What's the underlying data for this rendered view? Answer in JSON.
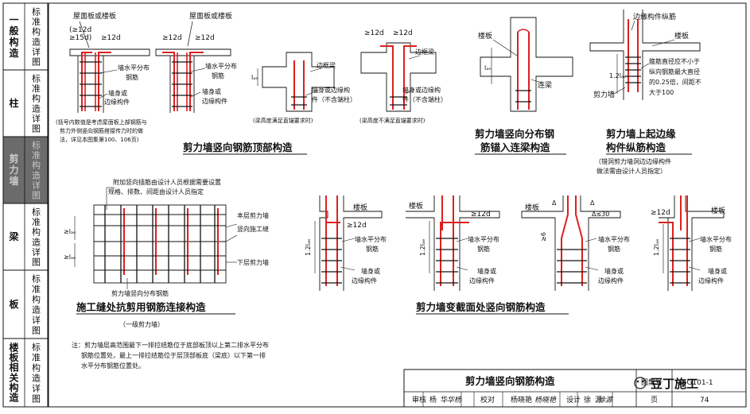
{
  "sidebar": {
    "tabs": [
      {
        "main": [
          "一",
          "般",
          "构",
          "造"
        ],
        "side": [
          "标",
          "准",
          "构",
          "造",
          "详",
          "图"
        ],
        "active": false
      },
      {
        "main": [
          "柱"
        ],
        "side": [
          "标",
          "准",
          "构",
          "造",
          "详",
          "图"
        ],
        "active": false
      },
      {
        "main": [
          "剪",
          "力",
          "墙"
        ],
        "side": [
          "标",
          "准",
          "构",
          "造",
          "详",
          "图"
        ],
        "active": true
      },
      {
        "main": [
          "梁"
        ],
        "side": [
          "标",
          "准",
          "构",
          "造",
          "详",
          "图"
        ],
        "active": false
      },
      {
        "main": [
          "板"
        ],
        "side": [
          "标",
          "准",
          "构",
          "造",
          "详",
          "图"
        ],
        "active": false
      },
      {
        "main": [
          "楼",
          "板",
          "相",
          "关",
          "构",
          "造"
        ],
        "side": [
          "标",
          "准",
          "构",
          "造",
          "详",
          "图"
        ],
        "active": false
      }
    ]
  },
  "top": {
    "d1": {
      "roof_label": "屋面板或楼板",
      "dim_12d_paren": "(≥12d",
      "dim_15d": "≥15d)",
      "dim_12d": "≥12d",
      "horiz_bar": [
        "墙水平分布",
        "钢筋"
      ],
      "wall_edge": [
        "墙身或",
        "边缘构件"
      ]
    },
    "d2": {
      "roof_label": "屋面板或楼板",
      "dim_12d_a": "≥12d",
      "dim_12d_b": "≥12d",
      "horiz_bar": [
        "墙水平分布",
        "钢筋"
      ],
      "wall_edge": [
        "墙身或",
        "边缘构件"
      ]
    },
    "note_left": [
      "(括号内数值是考虑屋面板上部钢筋与",
      "剪力外侧竖向钢筋搭接传力时的做",
      "法，详见本图集第100、106页)"
    ],
    "title_left": "剪力墙竖向钢筋顶部构造",
    "d3": {
      "lae": "lₐₑ",
      "frame_beam": "边框梁",
      "wall_edge": [
        "墙身或边缘构",
        "件（不含端柱）"
      ],
      "caption": "(梁高度满足直锚要求时)"
    },
    "d4": {
      "dim_12d_a": "≥12d",
      "dim_12d_b": "≥12d",
      "frame_beam": "边框梁",
      "wall_edge": [
        "墙身或边缘构",
        "件（不含端柱）"
      ],
      "caption": "(梁高度不满足直锚要求时)"
    },
    "d5": {
      "floor_slab": "楼板",
      "lae": "lₐₑ",
      "coupling_beam": "连梁",
      "title": [
        "剪力墙竖向分布钢",
        "筋锚入连梁构造"
      ]
    },
    "d6": {
      "edge_long": "边缘构件纵筋",
      "floor_slab": "楼板",
      "lae_12": "1.2lₐₑ",
      "stirrup_note": [
        "箍筋直径应不小于",
        "纵向钢筋最大直径",
        "的0.25倍，间距不",
        "大于100"
      ],
      "shear_wall": "剪力墙",
      "title": [
        "剪力墙上起边缘",
        "构件纵筋构造"
      ],
      "note": [
        "（错洞剪力墙洞边边缘构件",
        "做法需由设计人员指定）"
      ]
    }
  },
  "bottom": {
    "joint": {
      "note": [
        "附加竖向插筋由设计人员根据需要设置",
        "规格、排数、间距由设计人员指定"
      ],
      "lae_a": "≥lₐₑ",
      "lae_b": "≥lₐₑ",
      "upper_wall": "本层剪力墙",
      "construction_joint": "竖向施工缝",
      "lower_wall": "下层剪力墙",
      "vbar": "剪力墙竖向分布钢筋",
      "title": "施工缝处抗剪用钢筋连接构造",
      "subtitle": "（一级剪力墙）"
    },
    "v1": {
      "floor_slab": "楼板",
      "dim_12d": "≥12d",
      "lae_12": "1.2lₐₑ",
      "horiz_bar": [
        "墙水平分布",
        "钢筋"
      ],
      "wall_edge": [
        "墙身或",
        "边缘构件"
      ]
    },
    "v2": {
      "floor_slab": "楼板",
      "dim_12d": "≥12d",
      "lae_12": "1.2lₐₑ",
      "horiz_bar": [
        "墙水平分布",
        "钢筋"
      ],
      "wall_edge": [
        "墙身或",
        "边缘构件"
      ]
    },
    "v3": {
      "floor_slab": "楼板",
      "delta": "Δ",
      "delta2": "Δ",
      "delta_le": "Δ≤30",
      "six": "≥6",
      "horiz_bar": [
        "墙水平分布",
        "钢筋"
      ],
      "wall_edge": [
        "墙身或",
        "边缘构件"
      ]
    },
    "v4": {
      "dim_12d": "≥12d",
      "floor_slab": "楼板",
      "lae_12": "1.2lₐₑ",
      "horiz_bar": [
        "墙水平分布",
        "钢筋"
      ],
      "wall_edge": [
        "墙身或",
        "边缘构件"
      ]
    },
    "title_right": "剪力墙变截面处竖向钢筋构造",
    "footnote": [
      "注：剪力墙层高范围最下一排拉结筋位于底部板顶以上第二排水平分布",
      "钢筋位置处，最上一排拉结筋位于层顶部板底（梁底）以下第一排",
      "水平分布钢筋位置处。"
    ]
  },
  "titleblock": {
    "title": "剪力墙竖向钢筋构造",
    "atlas_label": "图集号",
    "atlas_no": "16G101-1",
    "row": [
      "审核",
      "杨",
      "华",
      "校对",
      "杨晓艳",
      "设计",
      "徐",
      "源"
    ],
    "sig1": "华杨",
    "sig2": "杨晓艳",
    "sig3": "徐源",
    "page_label": "页",
    "page_no": "74",
    "watermark": "豆丁施工"
  },
  "colors": {
    "rebar": "#dd1f1f",
    "line": "#111111",
    "tab_active": "#6b6b6b",
    "tab_active_text": "#c8c8c8"
  }
}
